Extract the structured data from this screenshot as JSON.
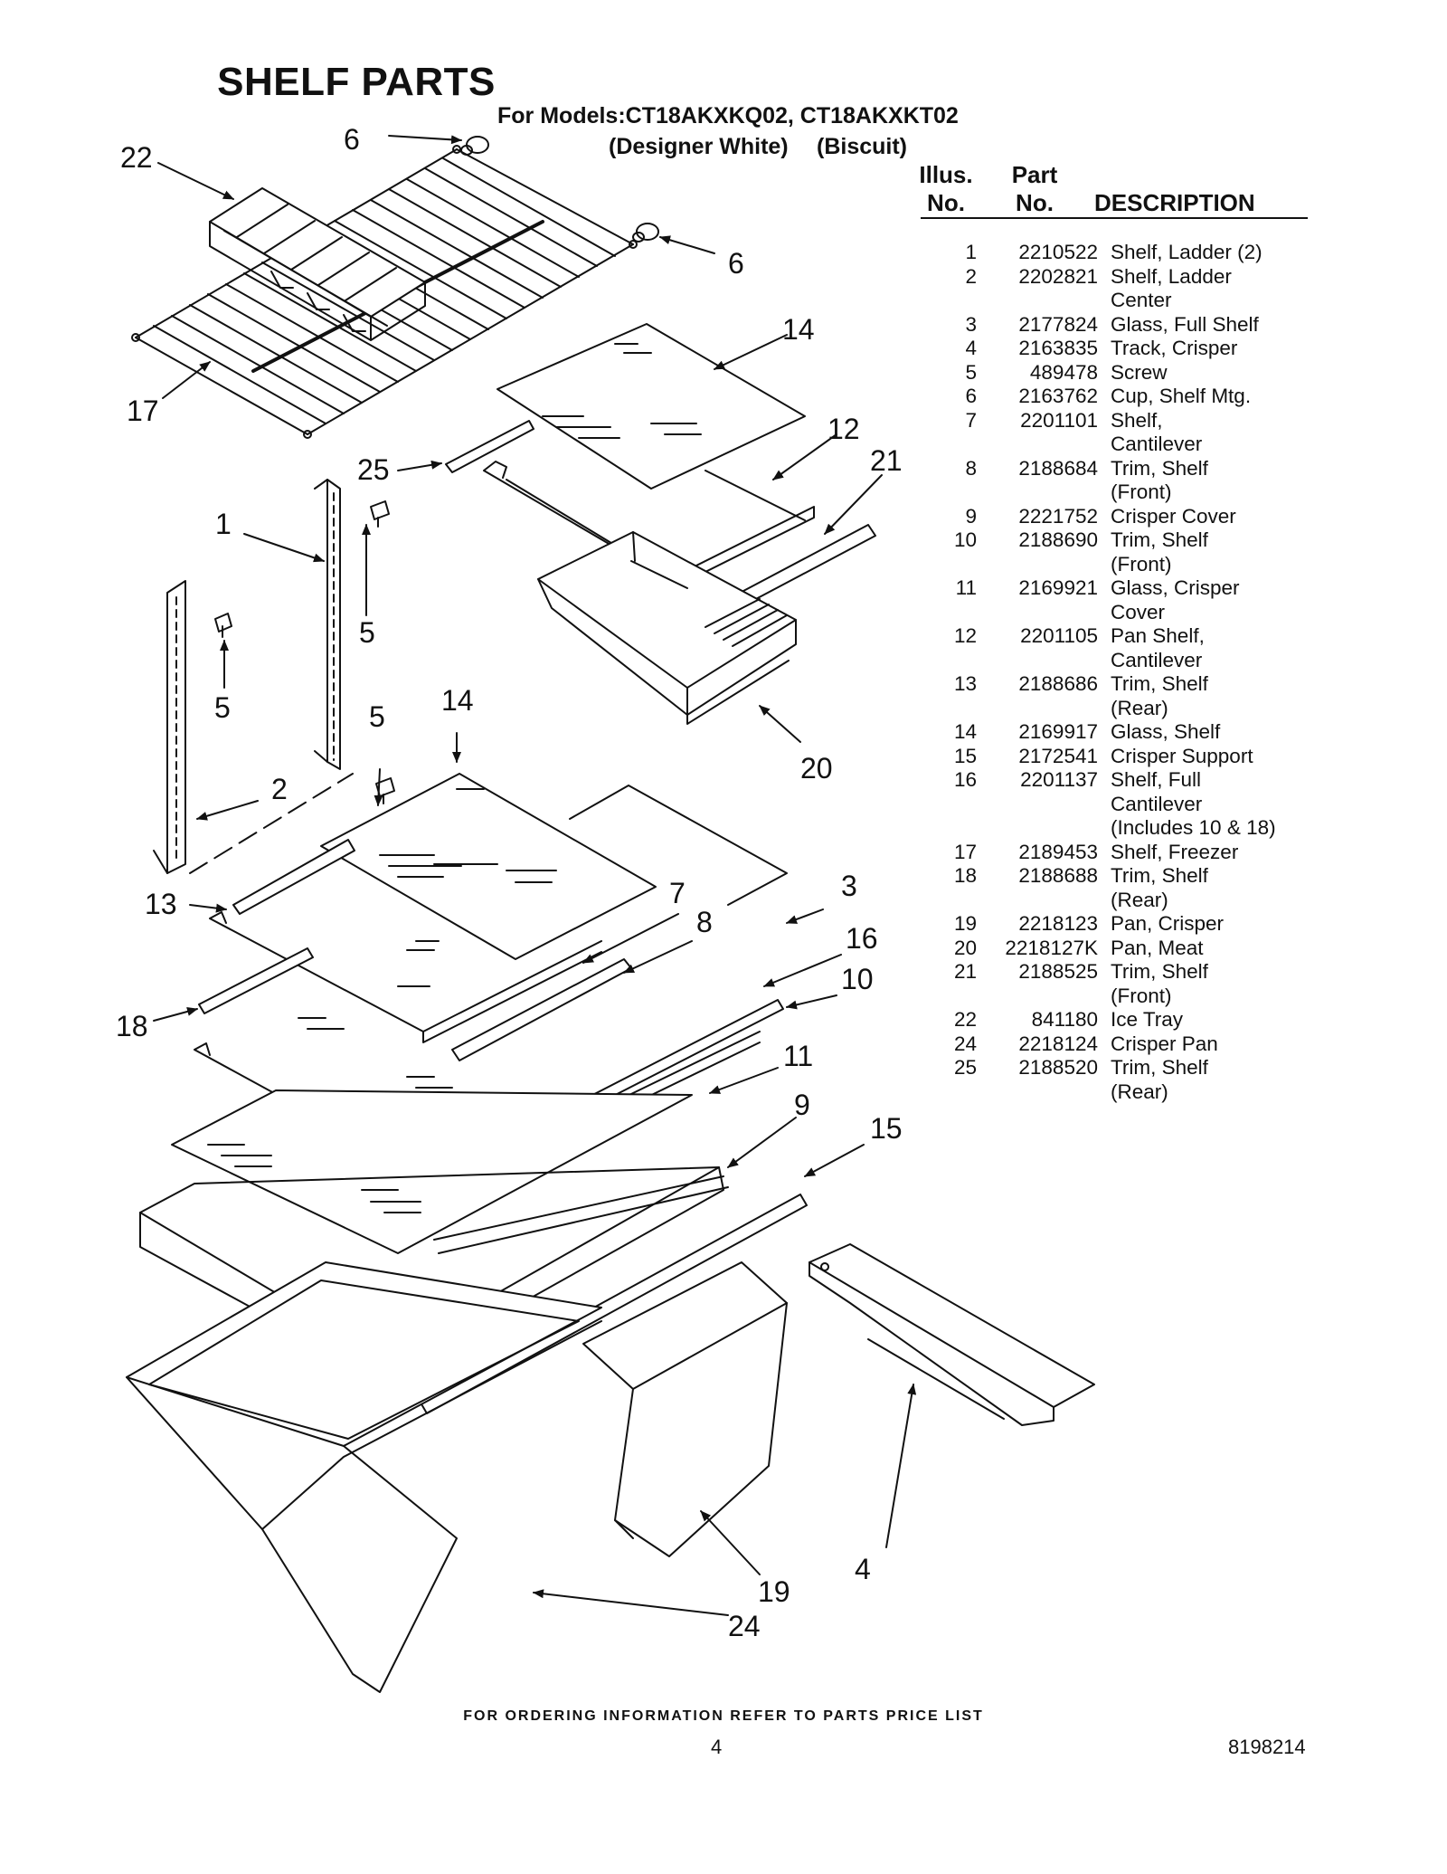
{
  "title": "SHELF PARTS",
  "subtitle": "For Models:CT18AKXKQ02, CT18AKXKT02",
  "variants": [
    "(Designer White)",
    "(Biscuit)"
  ],
  "table": {
    "headers": {
      "illus": [
        "Illus.",
        "No."
      ],
      "part": [
        "Part",
        "No."
      ],
      "description": "DESCRIPTION"
    },
    "rows": [
      {
        "illus": "1",
        "part": "2210522",
        "desc": [
          "Shelf, Ladder (2)"
        ]
      },
      {
        "illus": "2",
        "part": "2202821",
        "desc": [
          "Shelf, Ladder",
          "Center"
        ]
      },
      {
        "illus": "3",
        "part": "2177824",
        "desc": [
          "Glass, Full Shelf"
        ]
      },
      {
        "illus": "4",
        "part": "2163835",
        "desc": [
          "Track, Crisper"
        ]
      },
      {
        "illus": "5",
        "part": "489478",
        "desc": [
          "Screw"
        ]
      },
      {
        "illus": "6",
        "part": "2163762",
        "desc": [
          "Cup, Shelf Mtg."
        ]
      },
      {
        "illus": "7",
        "part": "2201101",
        "desc": [
          "Shelf,",
          "Cantilever"
        ]
      },
      {
        "illus": "8",
        "part": "2188684",
        "desc": [
          "Trim, Shelf",
          "(Front)"
        ]
      },
      {
        "illus": "9",
        "part": "2221752",
        "desc": [
          "Crisper Cover"
        ]
      },
      {
        "illus": "10",
        "part": "2188690",
        "desc": [
          "Trim, Shelf",
          "(Front)"
        ]
      },
      {
        "illus": "11",
        "part": "2169921",
        "desc": [
          "Glass, Crisper",
          "Cover"
        ]
      },
      {
        "illus": "12",
        "part": "2201105",
        "desc": [
          "Pan Shelf,",
          "Cantilever"
        ]
      },
      {
        "illus": "13",
        "part": "2188686",
        "desc": [
          "Trim, Shelf",
          "(Rear)"
        ]
      },
      {
        "illus": "14",
        "part": "2169917",
        "desc": [
          "Glass, Shelf"
        ]
      },
      {
        "illus": "15",
        "part": "2172541",
        "desc": [
          "Crisper Support"
        ]
      },
      {
        "illus": "16",
        "part": "2201137",
        "desc": [
          "Shelf, Full",
          "Cantilever",
          "(Includes 10 & 18)"
        ]
      },
      {
        "illus": "17",
        "part": "2189453",
        "desc": [
          "Shelf, Freezer"
        ]
      },
      {
        "illus": "18",
        "part": "2188688",
        "desc": [
          "Trim, Shelf",
          "(Rear)"
        ]
      },
      {
        "illus": "19",
        "part": "2218123",
        "desc": [
          "Pan, Crisper"
        ]
      },
      {
        "illus": "20",
        "part": "2218127K",
        "desc": [
          "Pan, Meat"
        ]
      },
      {
        "illus": "21",
        "part": "2188525",
        "desc": [
          "Trim, Shelf",
          "(Front)"
        ]
      },
      {
        "illus": "22",
        "part": "841180",
        "desc": [
          "Ice Tray"
        ]
      },
      {
        "illus": "24",
        "part": "2218124",
        "desc": [
          "Crisper Pan"
        ]
      },
      {
        "illus": "25",
        "part": "2188520",
        "desc": [
          "Trim, Shelf",
          "(Rear)"
        ]
      }
    ]
  },
  "callouts": [
    "22",
    "6",
    "6",
    "17",
    "14",
    "25",
    "12",
    "21",
    "1",
    "5",
    "5",
    "5",
    "14",
    "20",
    "2",
    "13",
    "7",
    "3",
    "8",
    "16",
    "10",
    "18",
    "11",
    "9",
    "15",
    "4",
    "19",
    "24"
  ],
  "footer": {
    "note": "FOR ORDERING INFORMATION REFER TO PARTS PRICE LIST",
    "page": "4",
    "doc_number": "8198214"
  }
}
